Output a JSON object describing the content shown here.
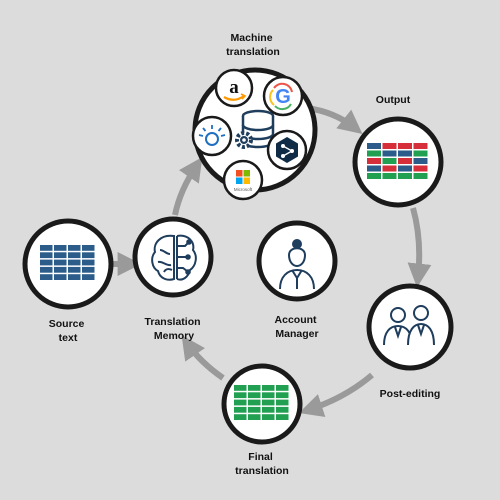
{
  "labels": {
    "machine_translation": [
      "Machine",
      "translation"
    ],
    "output": "Output",
    "source_text": [
      "Source",
      "text"
    ],
    "translation_memory": [
      "Translation",
      "Memory"
    ],
    "account_manager": [
      "Account",
      "Manager"
    ],
    "post_editing": "Post-editing",
    "final_translation": [
      "Final",
      "translation"
    ]
  },
  "engines": [
    "amazon",
    "google",
    "deepl",
    "microsoft",
    "ibm-watson"
  ],
  "icons": {
    "amazon_letter": "a",
    "google_letter": "G",
    "microsoft_caption": "Microsoft"
  },
  "colors": {
    "background": "#dcdcdc",
    "arrow": "#9a9a9a",
    "node_border": "#1a1a1a",
    "grid_blue": "#2b5c8a",
    "grid_green": "#22a052",
    "grid_red": "#d62f3a",
    "icon_navy": "#1f3d5c"
  }
}
